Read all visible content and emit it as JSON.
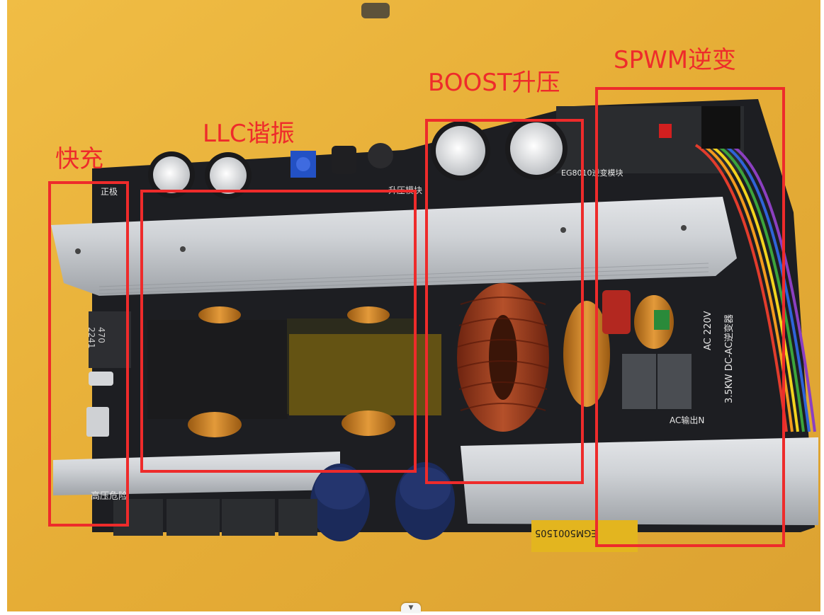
{
  "annotations": {
    "fast_charge": "快充",
    "llc": "LLC谐振",
    "boost": "BOOST升压",
    "spwm": "SPWM逆变"
  },
  "silkscreen": {
    "positive": "正极",
    "boost_module": "升压模块",
    "egs_module": "EG8010逆变模块",
    "ac_220": "AC 220V",
    "inverter_title": "3.5KW DC-AC逆变器",
    "ac_out_n": "AC输出N",
    "high_voltage": "高压危险",
    "inductor_code_top": "470",
    "inductor_code_bottom": "2241",
    "fuse_code": "EGM5001505"
  },
  "colors": {
    "annotation": "#ee2b2b",
    "table_wood": "#e8b23c",
    "pcb": "#1d1e22",
    "heatsink": "#c9ccd1"
  },
  "scroll_handle_icon": "chevron-down-icon"
}
